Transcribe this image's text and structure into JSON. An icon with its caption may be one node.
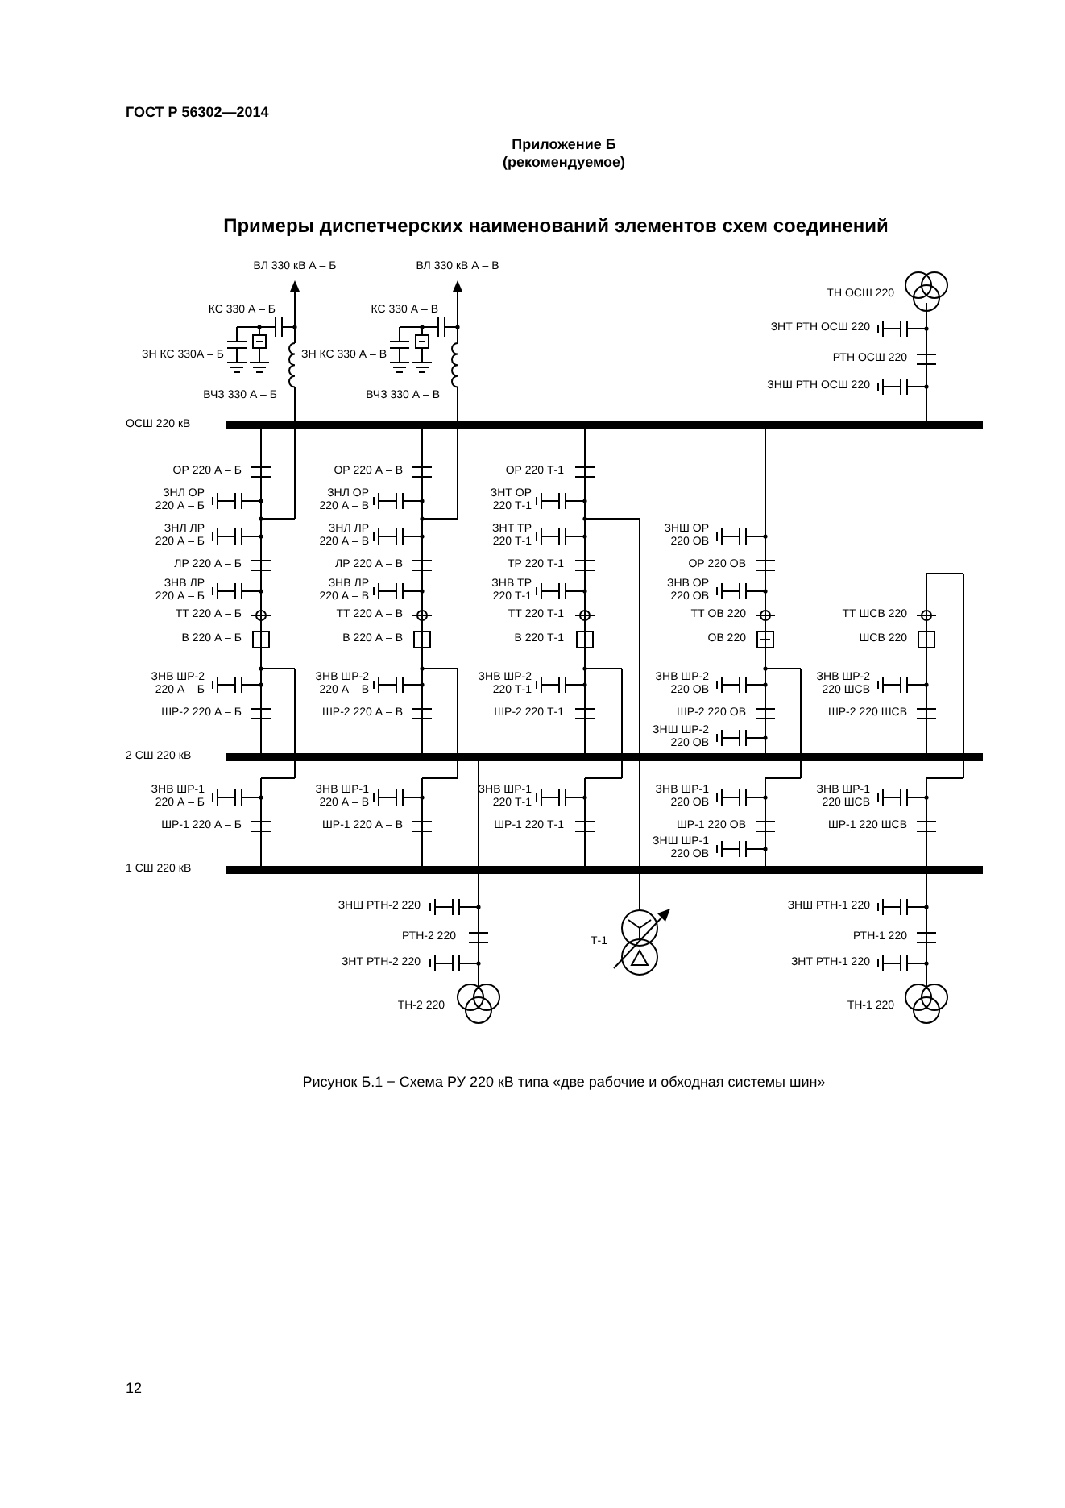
{
  "diagram": {
    "title": "Примеры диспетчерских наименований элементов схем соединений",
    "caption": "Рисунок Б.1 − Схема РУ 220 кВ  типа «две рабочие и обходная системы шин»",
    "labels": [
      "ГОСТ Р 56302—2014",
      "Приложение Б",
      "(рекомендуемое)",
      "ВЛ 330 кВ А – Б",
      "ВЛ 330 кВ А – В",
      "ТН ОСШ 220",
      "КС 330 А – Б",
      "КС 330 А – В",
      "ЗНТ РТН ОСШ 220",
      "ЗН КС 330А – Б",
      "ЗН КС 330 А – В",
      "РТН ОСШ 220",
      "ЗНШ РТН ОСШ 220",
      "ВЧЗ 330 А – Б",
      "ВЧЗ 330 А – В",
      "ОСШ 220 кВ",
      "ОР 220 А – Б",
      "ОР 220 А – В",
      "ОР 220 Т-1",
      "ЗНЛ ОР 220 А – Б",
      "ЗНЛ ОР 220 А – В",
      "ЗНТ ОР 220 Т-1",
      "ЗНЛ ЛР 220 А – Б",
      "ЗНЛ ЛР 220 А – В",
      "ЗНТ ТР 220 Т-1",
      "ЗНШ ОР 220 ОВ",
      "ЛР 220 А – Б",
      "ЛР 220 А – В",
      "ТР 220 Т-1",
      "ОР 220 ОВ",
      "ЗНВ ЛР 220 А – Б",
      "ЗНВ ЛР 220 А – В",
      "ЗНВ ТР 220 Т-1",
      "ЗНВ ОР 220 ОВ",
      "ТТ 220 А – Б",
      "ТТ 220 А – В",
      "ТТ 220 Т-1",
      "ТТ ОВ 220",
      "ТТ ШСВ 220",
      "В 220 А – Б",
      "В 220 А – В",
      "В 220 Т-1",
      "ОВ 220",
      "ШСВ 220",
      "ЗНВ ШР-2 220 А – Б",
      "ЗНВ ШР-2 220 А – В",
      "ЗНВ ШР-2 220 Т-1",
      "ЗНВ ШР-2 220 ОВ",
      "ЗНВ ШР-2 220 ШСВ",
      "ШР-2 220 А – Б",
      "ШР-2 220 А – В",
      "ШР-2 220 Т-1",
      "ШР-2 220 ОВ",
      "ШР-2 220 ШСВ",
      "ЗНШ ШР-2 220 ОВ",
      "2 СШ 220 кВ",
      "ЗНВ ШР-1 220 А – Б",
      "ЗНВ ШР-1 220 А – В",
      "ЗНВ ШР-1 220 Т-1",
      "ЗНВ ШР-1 220 ОВ",
      "ЗНВ ШР-1 220 ШСВ",
      "ШР-1 220 А – Б",
      "ШР-1 220 А – В",
      "ШР-1 220 Т-1",
      "ШР-1 220 ОВ",
      "ШР-1 220 ШСВ",
      "ЗНШ ШР-1 220 ОВ",
      "1 СШ 220 кВ",
      "ЗНШ РТН-2 220",
      "ЗНШ РТН-1 220",
      "РТН-2 220",
      "РТН-1 220",
      "Т-1",
      "ЗНТ РТН-2 220",
      "ЗНТ РТН-1 220",
      "ТН-2 220",
      "ТН-1 220",
      "12"
    ]
  }
}
